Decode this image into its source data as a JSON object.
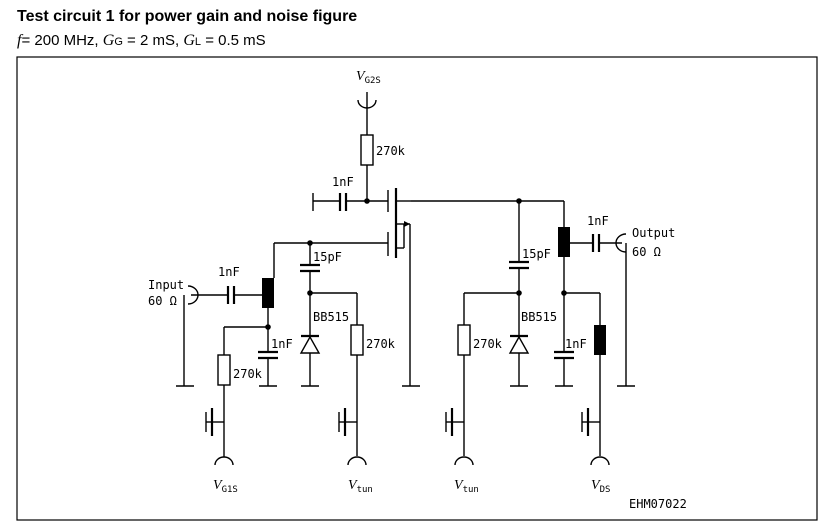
{
  "title": "Test circuit 1 for power gain and noise figure",
  "subtitle": {
    "f_symbol": "f",
    "f_value": "= 200 MHz,",
    "gg_symbol": "G",
    "gg_sub": "G",
    "gg_value": "= 2 mS,",
    "gl_symbol": "G",
    "gl_sub": "L",
    "gl_value": "= 0.5 mS"
  },
  "labels": {
    "vg2s_v": "V",
    "vg2s_sub": "G2S",
    "r_top": "270k",
    "c_gate2": "1nF",
    "c_input": "1nF",
    "input_label": "Input",
    "input_imp": "60 Ω",
    "c_15pf_left": "15pF",
    "bb_left": "BB515",
    "c_left_bypass": "1nF",
    "r_vg1s": "270k",
    "r_tun_left": "270k",
    "c_15pf_right": "15pF",
    "bb_right": "BB515",
    "r_tun_right": "270k",
    "c_output": "1nF",
    "output_label": "Output",
    "output_imp": "60 Ω",
    "c_right_bypass": "1nF",
    "vg1s_v": "V",
    "vg1s_sub": "G1S",
    "vtun1_v": "V",
    "vtun1_sub": "tun",
    "vtun2_v": "V",
    "vtun2_sub": "tun",
    "vds_v": "V",
    "vds_sub": "DS",
    "figure_id": "EHM07022"
  }
}
